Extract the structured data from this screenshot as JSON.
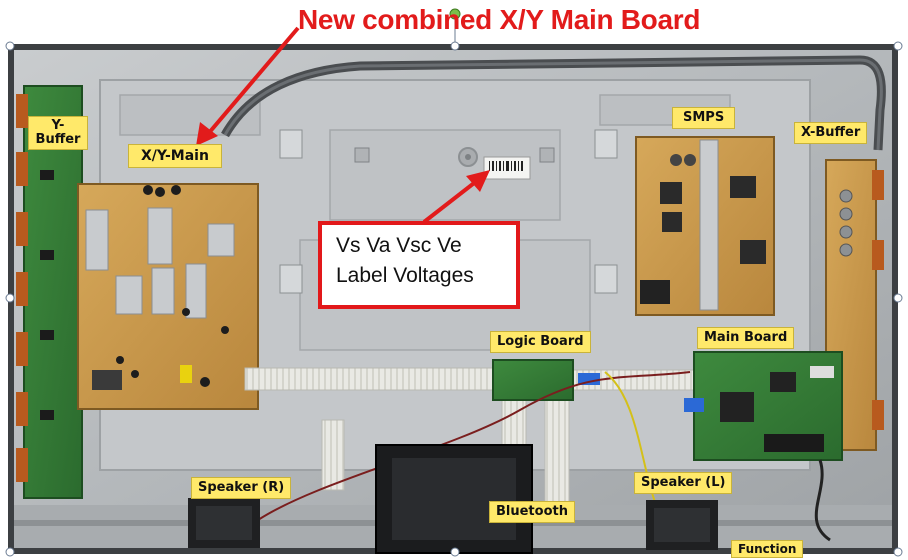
{
  "headline": "New combined X/Y Main Board",
  "callout": {
    "line1": "Vs Va Vsc Ve",
    "line2": "Label Voltages"
  },
  "labels": {
    "y_buffer_line1": "Y-",
    "y_buffer_line2": "Buffer",
    "xy_main": "X/Y-Main",
    "smps": "SMPS",
    "x_buffer": "X-Buffer",
    "logic_board": "Logic Board",
    "main_board": "Main Board",
    "speaker_r": "Speaker (R)",
    "speaker_l": "Speaker (L)",
    "bluetooth": "Bluetooth",
    "function": "Function"
  },
  "colors": {
    "annotation_red": "#e21b1b",
    "label_yellow": "#ffe96a"
  }
}
